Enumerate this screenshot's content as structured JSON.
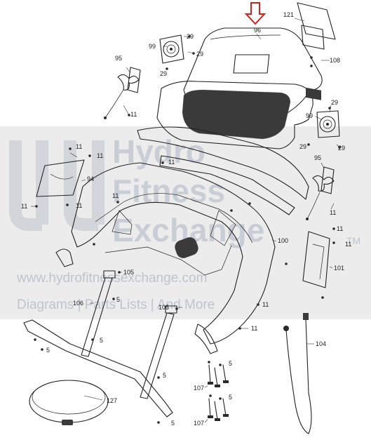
{
  "watermark": {
    "line1": "Hydro",
    "line2": "Fitness",
    "line3": "Exchange",
    "tm": "TM",
    "url": "www.hydrofitnessexchange.com",
    "tagline": "Diagrams | Parts Lists | And More"
  },
  "callouts": {
    "c96": "96",
    "c121": "121",
    "c29a": "29",
    "c29b": "29",
    "c99a": "99",
    "c29c": "29",
    "c108": "108",
    "c95a": "95",
    "c11a": "11",
    "c29d": "29",
    "c99b": "99",
    "c29e": "29",
    "c29f": "29",
    "c95b": "95",
    "c11b": "11",
    "c11c": "11",
    "c11d": "11",
    "c94": "94",
    "c11e": "11",
    "c11f": "11",
    "c11g": "11",
    "c11h": "11",
    "c11i": "11",
    "c100": "100",
    "c101": "101",
    "c105a": "105",
    "c5a": "5",
    "c106": "106",
    "c105b": "105",
    "c11j": "11",
    "c11k": "11",
    "c5b": "5",
    "c5c": "5",
    "c5d": "5",
    "c104": "104",
    "c5e": "5",
    "c107a": "107",
    "c127": "127",
    "c5f": "5",
    "c5g": "5",
    "c107b": "107",
    "c11l": "11"
  },
  "colors": {
    "arrow": "#d62020",
    "line": "#222222",
    "watermark_band": "#d9d9d9",
    "watermark_text": "#c9ced6"
  }
}
